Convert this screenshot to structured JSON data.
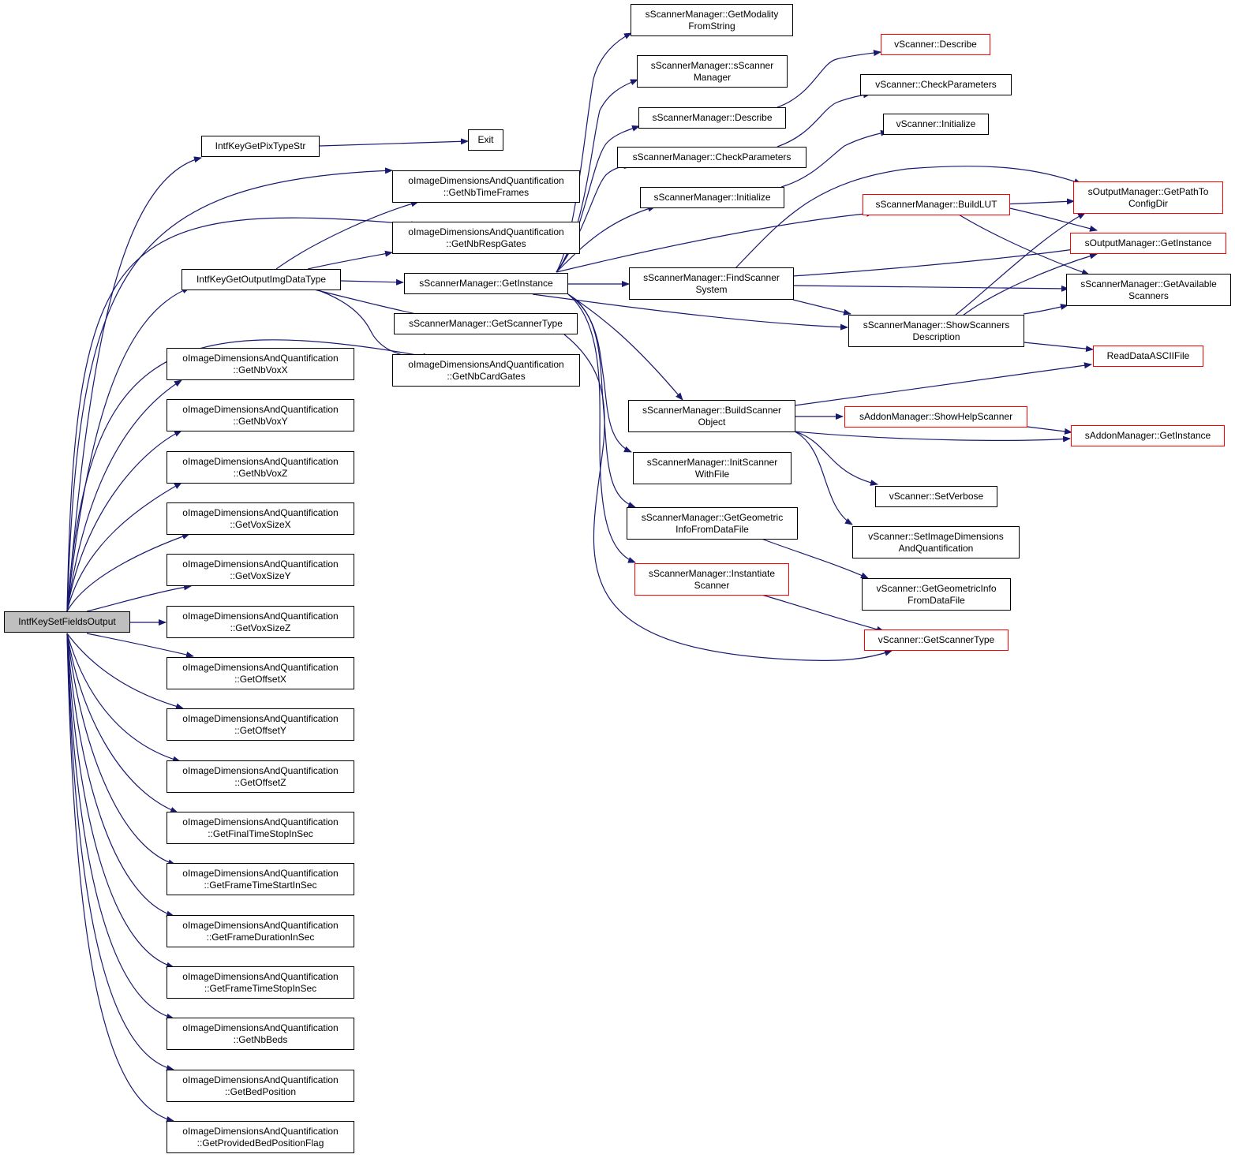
{
  "colors": {
    "edge": "#191970",
    "node_border": "#000000",
    "truncated_border": "#ff0000",
    "root_fill": "#bfbfbf"
  },
  "nodes": {
    "root": {
      "lines": [
        "IntfKeySetFieldsOutput"
      ]
    },
    "pixtype": {
      "lines": [
        "IntfKeyGetPixTypeStr"
      ]
    },
    "exit": {
      "lines": [
        "Exit"
      ]
    },
    "outimg": {
      "lines": [
        "IntfKeyGetOutputImgDataType"
      ]
    },
    "nbtime": {
      "lines": [
        "oImageDimensionsAndQuantification",
        "::GetNbTimeFrames"
      ]
    },
    "nbresp": {
      "lines": [
        "oImageDimensionsAndQuantification",
        "::GetNbRespGates"
      ]
    },
    "nbcard": {
      "lines": [
        "oImageDimensionsAndQuantification",
        "::GetNbCardGates"
      ]
    },
    "smgrinst": {
      "lines": [
        "sScannerManager::GetInstance"
      ]
    },
    "smgrtype": {
      "lines": [
        "sScannerManager::GetScannerType"
      ]
    },
    "nbvoxx": {
      "lines": [
        "oImageDimensionsAndQuantification",
        "::GetNbVoxX"
      ]
    },
    "nbvoxy": {
      "lines": [
        "oImageDimensionsAndQuantification",
        "::GetNbVoxY"
      ]
    },
    "nbvoxz": {
      "lines": [
        "oImageDimensionsAndQuantification",
        "::GetNbVoxZ"
      ]
    },
    "voxsx": {
      "lines": [
        "oImageDimensionsAndQuantification",
        "::GetVoxSizeX"
      ]
    },
    "voxsy": {
      "lines": [
        "oImageDimensionsAndQuantification",
        "::GetVoxSizeY"
      ]
    },
    "voxsz": {
      "lines": [
        "oImageDimensionsAndQuantification",
        "::GetVoxSizeZ"
      ]
    },
    "offx": {
      "lines": [
        "oImageDimensionsAndQuantification",
        "::GetOffsetX"
      ]
    },
    "offy": {
      "lines": [
        "oImageDimensionsAndQuantification",
        "::GetOffsetY"
      ]
    },
    "offz": {
      "lines": [
        "oImageDimensionsAndQuantification",
        "::GetOffsetZ"
      ]
    },
    "finalstop": {
      "lines": [
        "oImageDimensionsAndQuantification",
        "::GetFinalTimeStopInSec"
      ]
    },
    "framestart": {
      "lines": [
        "oImageDimensionsAndQuantification",
        "::GetFrameTimeStartInSec"
      ]
    },
    "framedur": {
      "lines": [
        "oImageDimensionsAndQuantification",
        "::GetFrameDurationInSec"
      ]
    },
    "framestop": {
      "lines": [
        "oImageDimensionsAndQuantification",
        "::GetFrameTimeStopInSec"
      ]
    },
    "nbbeds": {
      "lines": [
        "oImageDimensionsAndQuantification",
        "::GetNbBeds"
      ]
    },
    "bedpos": {
      "lines": [
        "oImageDimensionsAndQuantification",
        "::GetBedPosition"
      ]
    },
    "bedflag": {
      "lines": [
        "oImageDimensionsAndQuantification",
        "::GetProvidedBedPositionFlag"
      ]
    },
    "modality": {
      "lines": [
        "sScannerManager::GetModality",
        "FromString"
      ]
    },
    "ctor": {
      "lines": [
        "sScannerManager::sScanner",
        "Manager"
      ]
    },
    "smgrdesc": {
      "lines": [
        "sScannerManager::Describe"
      ]
    },
    "smgrcheck": {
      "lines": [
        "sScannerManager::CheckParameters"
      ]
    },
    "smgrinit": {
      "lines": [
        "sScannerManager::Initialize"
      ]
    },
    "findsys": {
      "lines": [
        "sScannerManager::FindScanner",
        "System"
      ]
    },
    "buildobj": {
      "lines": [
        "sScannerManager::BuildScanner",
        "Object"
      ]
    },
    "initfile": {
      "lines": [
        "sScannerManager::InitScanner",
        "WithFile"
      ]
    },
    "geominfo": {
      "lines": [
        "sScannerManager::GetGeometric",
        "InfoFromDataFile"
      ]
    },
    "instscan": {
      "lines": [
        "sScannerManager::Instantiate",
        "Scanner"
      ]
    },
    "vdesc": {
      "lines": [
        "vScanner::Describe"
      ]
    },
    "vcheck": {
      "lines": [
        "vScanner::CheckParameters"
      ]
    },
    "vinit": {
      "lines": [
        "vScanner::Initialize"
      ]
    },
    "buildlut": {
      "lines": [
        "sScannerManager::BuildLUT"
      ]
    },
    "showdesc": {
      "lines": [
        "sScannerManager::ShowScanners",
        "Description"
      ]
    },
    "showhelp": {
      "lines": [
        "sAddonManager::ShowHelpScanner"
      ]
    },
    "setverb": {
      "lines": [
        "vScanner::SetVerbose"
      ]
    },
    "setimg": {
      "lines": [
        "vScanner::SetImageDimensions",
        "AndQuantification"
      ]
    },
    "vgeom": {
      "lines": [
        "vScanner::GetGeometricInfo",
        "FromDataFile"
      ]
    },
    "vtype": {
      "lines": [
        "vScanner::GetScannerType"
      ]
    },
    "pathcfg": {
      "lines": [
        "sOutputManager::GetPathTo",
        "ConfigDir"
      ]
    },
    "outinst": {
      "lines": [
        "sOutputManager::GetInstance"
      ]
    },
    "avail": {
      "lines": [
        "sScannerManager::GetAvailable",
        "Scanners"
      ]
    },
    "readascii": {
      "lines": [
        "ReadDataASCIIFile"
      ]
    },
    "addoninst": {
      "lines": [
        "sAddonManager::GetInstance"
      ]
    }
  }
}
